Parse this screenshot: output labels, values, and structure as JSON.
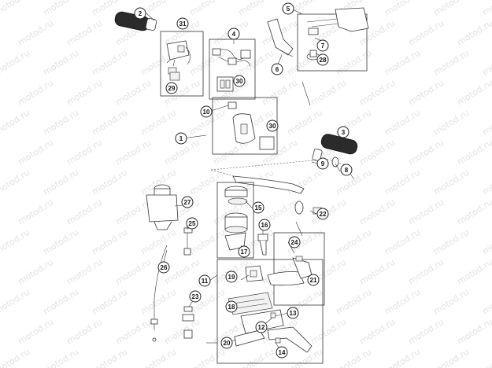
{
  "watermark": {
    "text": "motod.ru"
  },
  "callouts": [
    {
      "id": "c1",
      "label": "1"
    },
    {
      "id": "c2",
      "label": "2"
    },
    {
      "id": "c3",
      "label": "3"
    },
    {
      "id": "c4",
      "label": "4"
    },
    {
      "id": "c5",
      "label": "5"
    },
    {
      "id": "c6",
      "label": "6"
    },
    {
      "id": "c7",
      "label": "7"
    },
    {
      "id": "c8",
      "label": "8"
    },
    {
      "id": "c9",
      "label": "9"
    },
    {
      "id": "c10",
      "label": "10"
    },
    {
      "id": "c11",
      "label": "11"
    },
    {
      "id": "c12",
      "label": "12"
    },
    {
      "id": "c13",
      "label": "13"
    },
    {
      "id": "c14",
      "label": "14"
    },
    {
      "id": "c15",
      "label": "15"
    },
    {
      "id": "c16",
      "label": "16"
    },
    {
      "id": "c17",
      "label": "17"
    },
    {
      "id": "c18",
      "label": "18"
    },
    {
      "id": "c19",
      "label": "19"
    },
    {
      "id": "c20",
      "label": "20"
    },
    {
      "id": "c21",
      "label": "21"
    },
    {
      "id": "c22",
      "label": "22"
    },
    {
      "id": "c23",
      "label": "23"
    },
    {
      "id": "c24",
      "label": "24"
    },
    {
      "id": "c25",
      "label": "25"
    },
    {
      "id": "c26",
      "label": "26"
    },
    {
      "id": "c27",
      "label": "27"
    },
    {
      "id": "c28",
      "label": "28"
    },
    {
      "id": "c29",
      "label": "29"
    },
    {
      "id": "c30a",
      "label": "30"
    },
    {
      "id": "c30b",
      "label": "30"
    },
    {
      "id": "c31",
      "label": "31"
    }
  ]
}
